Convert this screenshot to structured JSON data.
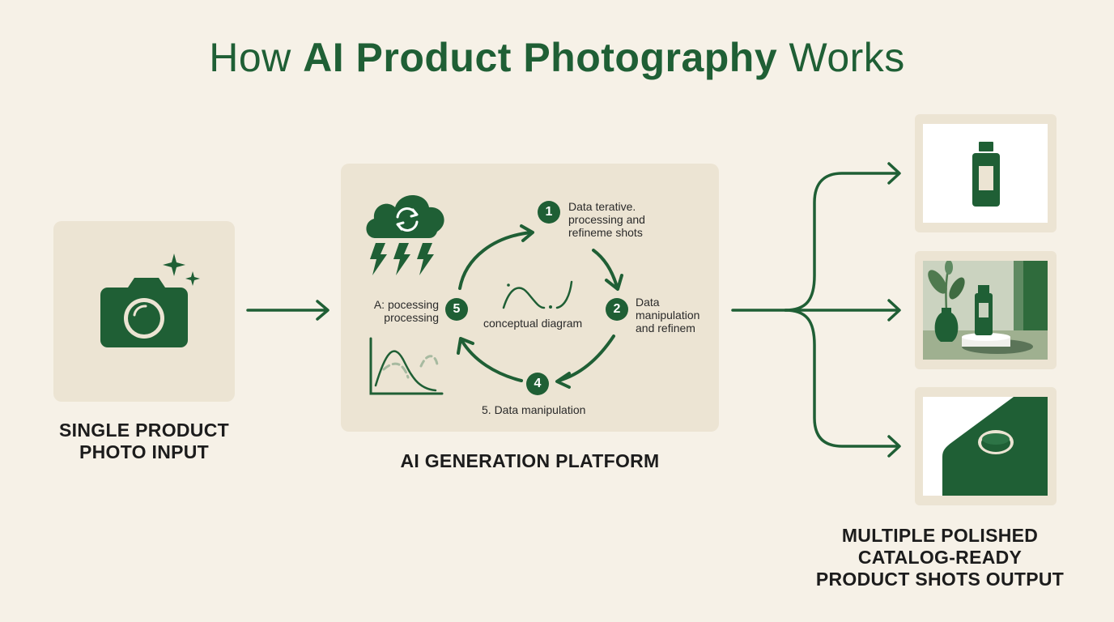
{
  "title": {
    "regular_a": "How ",
    "bold": "AI Product Photography",
    "regular_b": " Works"
  },
  "input": {
    "caption_line1": "SINGLE PRODUCT",
    "caption_line2": "PHOTO INPUT"
  },
  "platform": {
    "caption": "AI GENERATION PLATFORM",
    "center_label": "conceptual diagram",
    "steps": [
      {
        "number": "1",
        "lines": [
          "Data terative.",
          "processing and",
          "refineme shots"
        ]
      },
      {
        "number": "2",
        "lines": [
          "Data",
          "manipulation",
          "and refinem"
        ]
      },
      {
        "number": "4",
        "lines": [
          "5. Data manipulation"
        ]
      },
      {
        "number": "5",
        "lines": [
          "A: pocessing",
          "processing"
        ]
      }
    ]
  },
  "output": {
    "caption_line1": "MULTIPLE POLISHED",
    "caption_line2": "CATALOG-READY",
    "caption_line3": "PRODUCT SHOTS OUTPUT"
  },
  "colors": {
    "brand_green": "#1f5f35",
    "panel": "#ece4d3",
    "background": "#f6f1e7"
  },
  "icons": [
    "camera-icon",
    "sparkle-icon",
    "cloud-sync-icon",
    "lightning-icon",
    "wave-graph-icon",
    "bell-curve-graph-icon",
    "bottle-icon",
    "vase-plant-icon"
  ]
}
